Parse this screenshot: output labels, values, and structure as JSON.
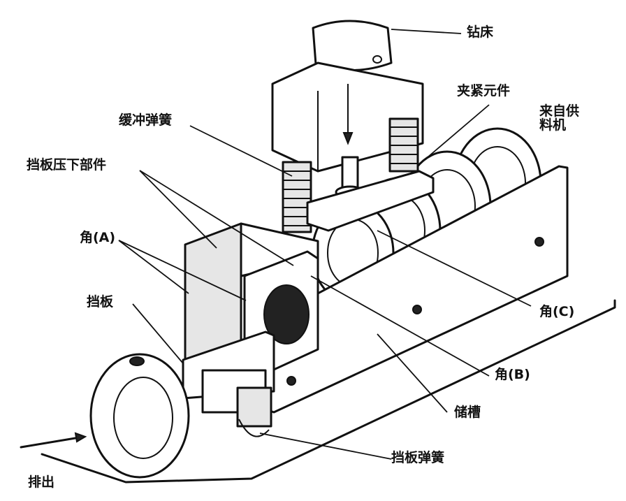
{
  "labels": {
    "drill_press": "钻床",
    "clamp_element": "夹紧元件",
    "from_feeder": "来自供料机",
    "buffer_spring": "缓冲弹簧",
    "baffle_press_part": "挡板压下部件",
    "corner_a": "角(A)",
    "baffle": "挡板",
    "corner_c": "角(C)",
    "corner_b": "角(B)",
    "storage_slot": "储槽",
    "baffle_spring": "挡板弹簧",
    "discharge": "排出"
  },
  "colors": {
    "ink": "#111111",
    "paper": "#ffffff",
    "shade": "#e6e6e6"
  }
}
